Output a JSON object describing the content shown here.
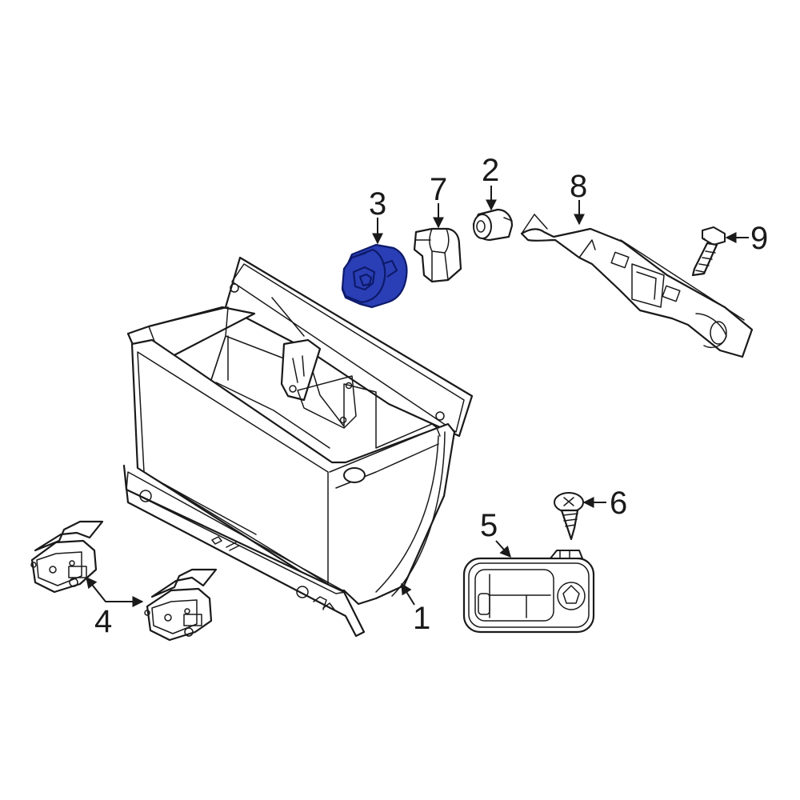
{
  "highlight_color": "#2a3fb5",
  "callouts": {
    "c1": "1",
    "c2": "2",
    "c3": "3",
    "c4": "4",
    "c5": "5",
    "c6": "6",
    "c7": "7",
    "c8": "8",
    "c9": "9"
  }
}
